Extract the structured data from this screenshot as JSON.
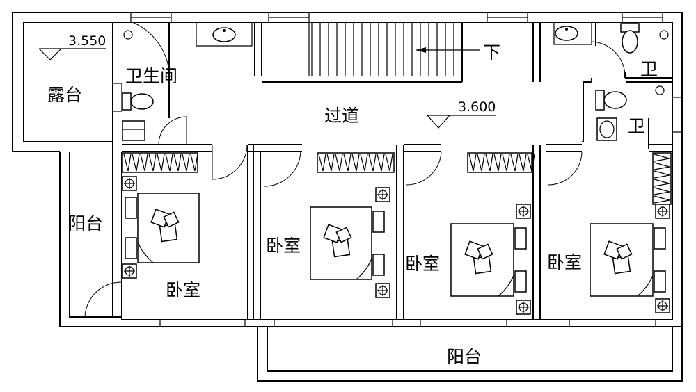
{
  "labels": {
    "terrace": "露台",
    "bathroom_main": "卫生间",
    "corridor": "过道",
    "stair_down": "下",
    "bath_top_right": "卫",
    "bath_mid_right": "卫",
    "balcony_left": "阳台",
    "bedroom_1": "卧室",
    "bedroom_2": "卧室",
    "bedroom_3": "卧室",
    "bedroom_4": "卧室",
    "balcony_bottom": "阳台"
  },
  "elevations": {
    "terrace": "3.550",
    "corridor": "3.600"
  }
}
